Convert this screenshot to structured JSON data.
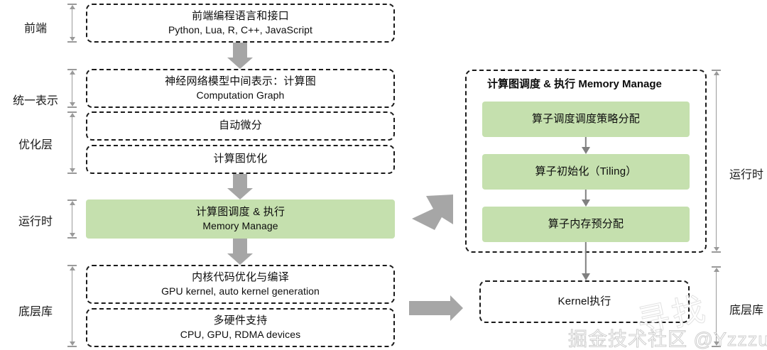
{
  "left_stack": {
    "tier_labels": [
      {
        "label": "前端"
      },
      {
        "label": "统一表示"
      },
      {
        "label": "优化层"
      },
      {
        "label": "运行时"
      },
      {
        "label": "底层库"
      }
    ],
    "boxes": [
      {
        "line1": "前端编程语言和接口",
        "line2": "Python, Lua, R, C++, JavaScript",
        "style": "dashed"
      },
      {
        "line1": "神经网络模型中间表示：计算图",
        "line2": "Computation Graph",
        "style": "dashed"
      },
      {
        "line1": "自动微分",
        "line2": "",
        "style": "dashed"
      },
      {
        "line1": "计算图优化",
        "line2": "",
        "style": "dashed"
      },
      {
        "line1": "计算图调度 & 执行",
        "line2": "Memory Manage",
        "style": "green"
      },
      {
        "line1": "内核代码优化与编译",
        "line2": "GPU kernel, auto kernel generation",
        "style": "dashed"
      },
      {
        "line1": "多硬件支持",
        "line2": "CPU, GPU, RDMA devices",
        "style": "dashed"
      }
    ]
  },
  "right_stack": {
    "panel_title": "计算图调度 & 执行 Memory Manage",
    "boxes": [
      {
        "label": "算子调度调度策略分配",
        "style": "green"
      },
      {
        "label": "算子初始化（Tiling）",
        "style": "green"
      },
      {
        "label": "算子内存预分配",
        "style": "green"
      }
    ],
    "kernel_box": {
      "label": "Kernel执行",
      "style": "dashed"
    },
    "tier_labels": [
      {
        "label": "运行时"
      },
      {
        "label": "底层库"
      }
    ]
  },
  "connectors": {
    "runtime_arrow": "arrow-up-right-icon",
    "lowlevel_arrow": "arrow-right-icon",
    "flow_down": "arrow-down-icon"
  },
  "watermark": {
    "text": "掘金技术社区 @Yzzzu",
    "brand": "寻找"
  },
  "colors": {
    "green_fill": "#c5e0ae",
    "arrow_grey": "#a6a6a6",
    "bracket_grey": "#9a9a9a",
    "outline": "#1a1a1a"
  }
}
